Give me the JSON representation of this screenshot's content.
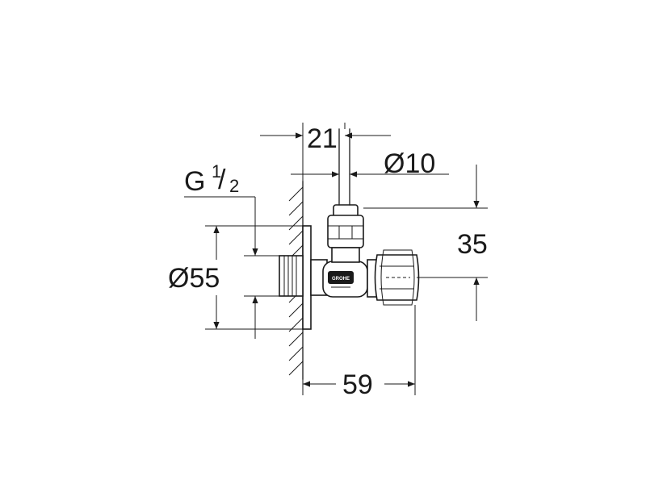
{
  "dimensions": {
    "width_top": "21",
    "pipe_diameter": "Ø10",
    "thread_main": "G",
    "thread_num": "1",
    "thread_slash": "/",
    "thread_den": "2",
    "rosette_diameter": "Ø55",
    "height_offset": "35",
    "depth": "59"
  },
  "brand_mark": "GROHE",
  "colors": {
    "line": "#1a1a1a",
    "background": "#ffffff"
  }
}
